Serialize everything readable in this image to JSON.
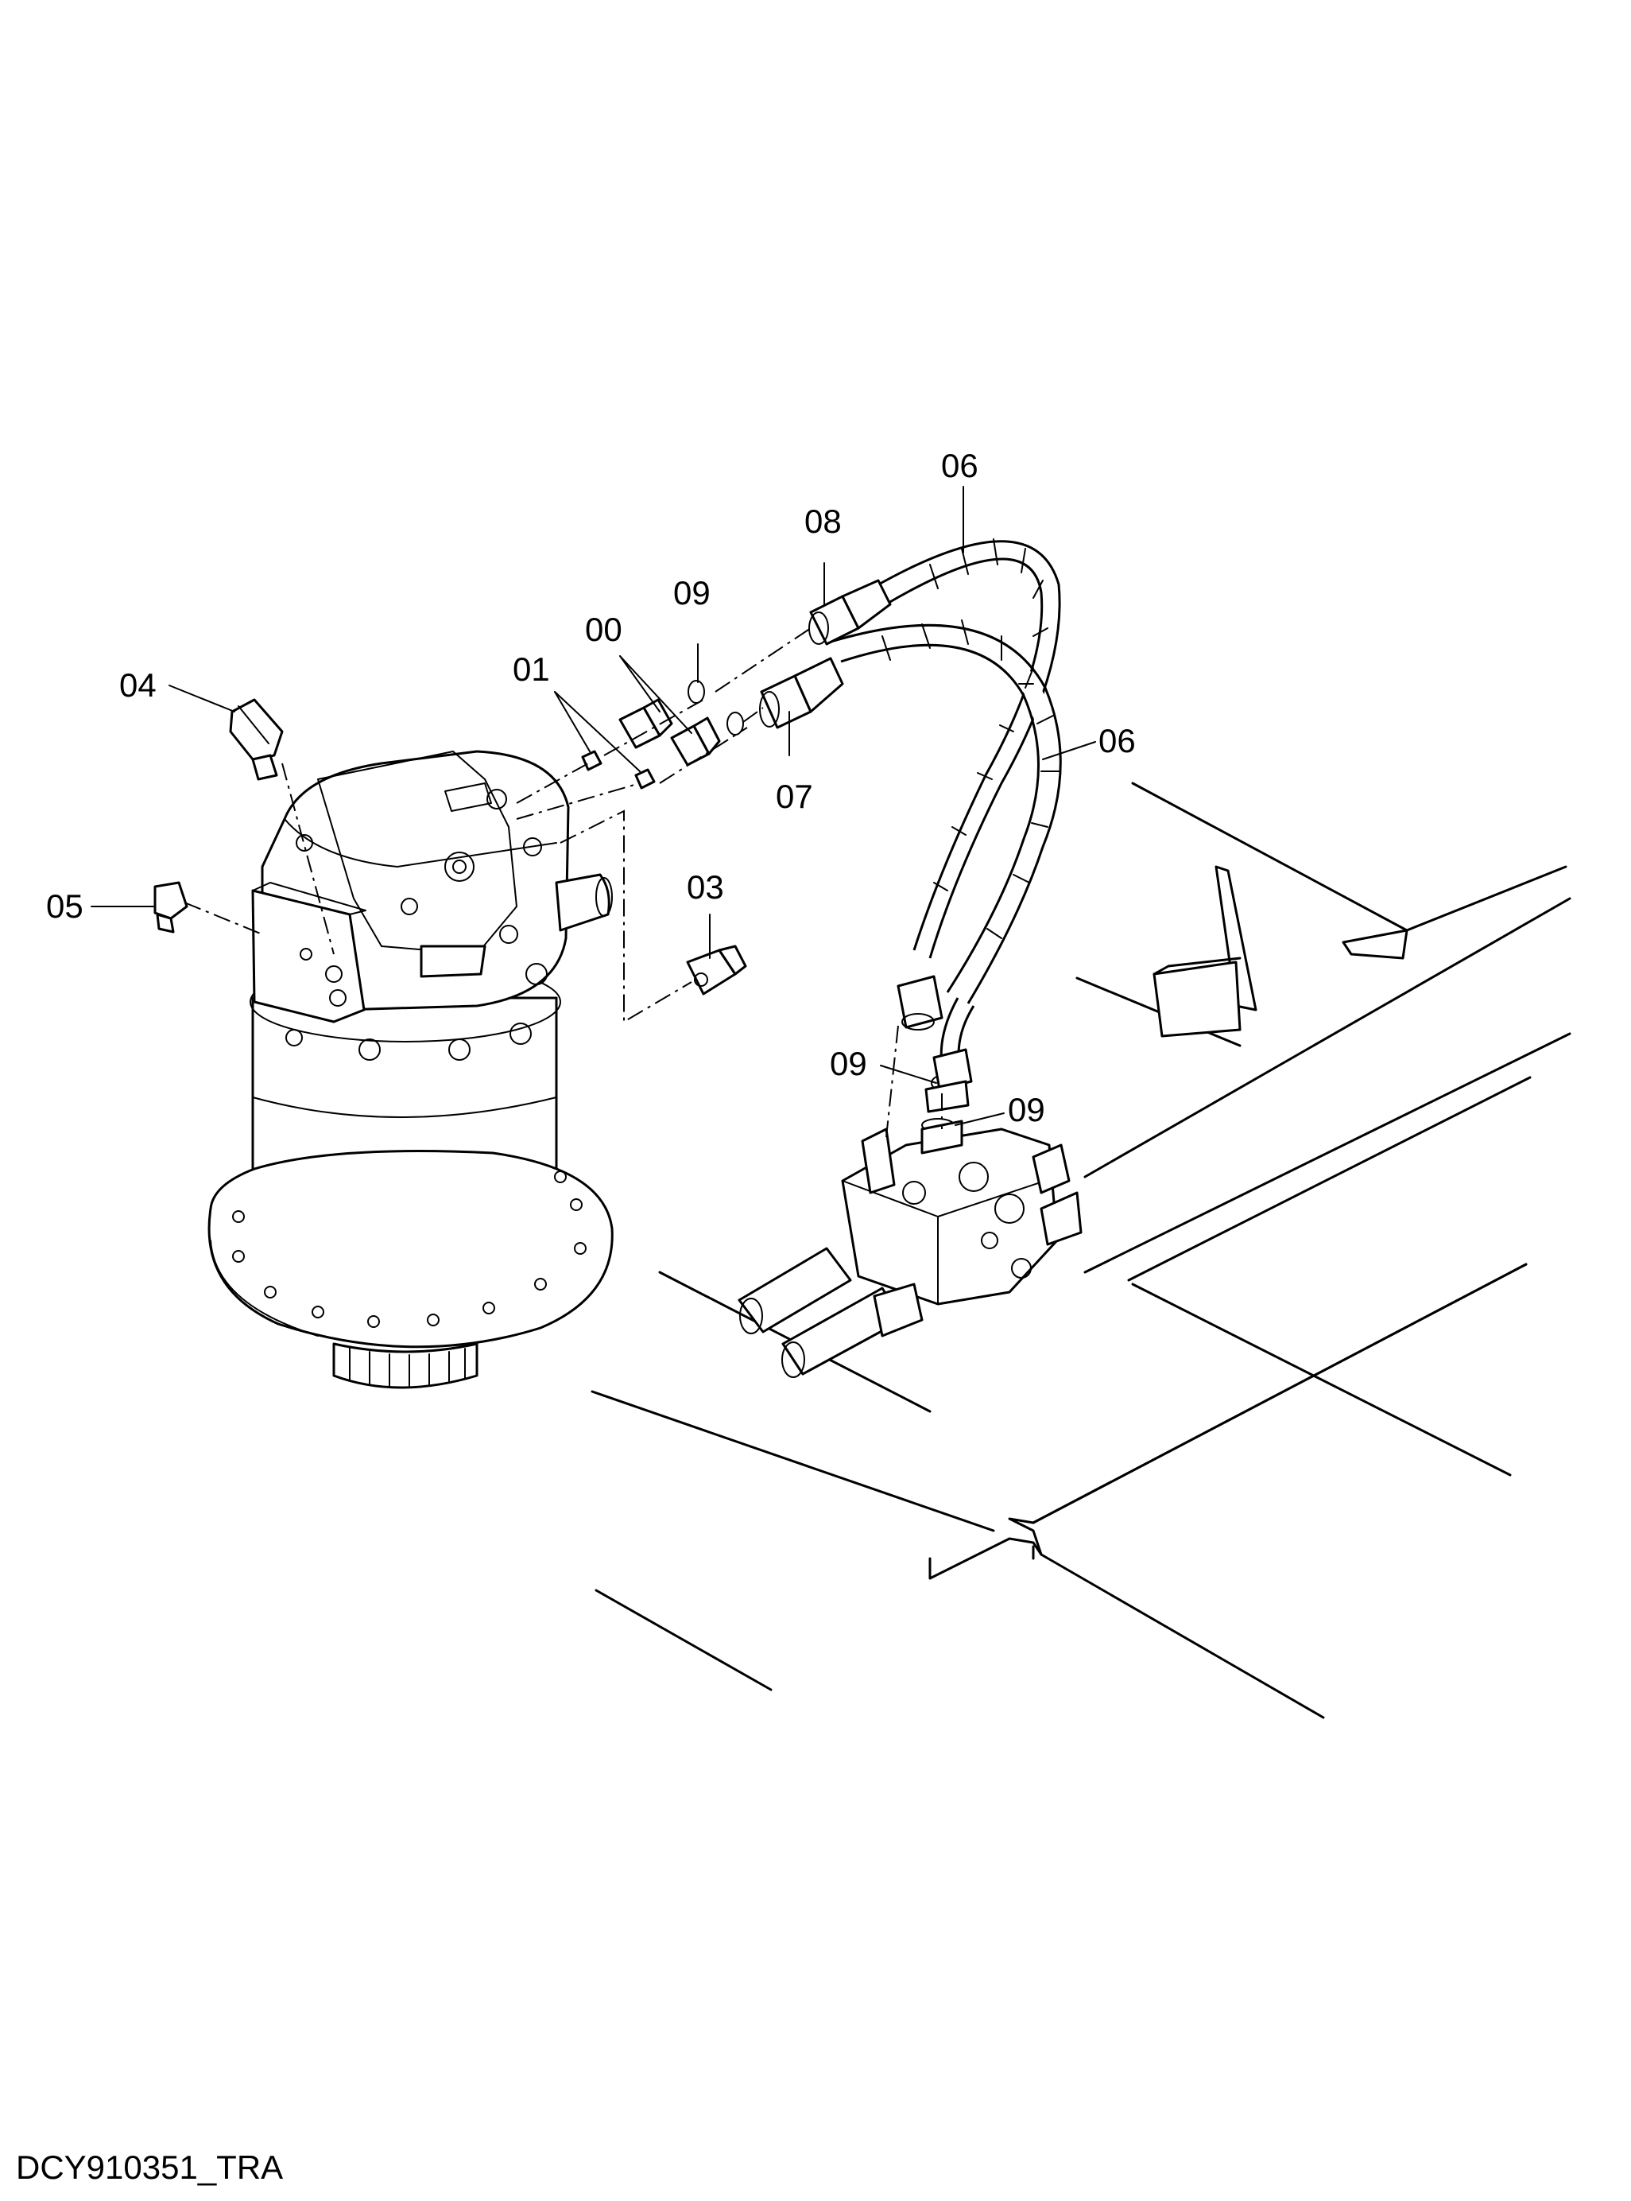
{
  "drawing_id": "DCY910351_TRA",
  "callouts": {
    "c00": "00",
    "c01": "01",
    "c03": "03",
    "c04": "04",
    "c05": "05",
    "c06a": "06",
    "c06b": "06",
    "c07": "07",
    "c08": "08",
    "c09a": "09",
    "c09b": "09",
    "c09c": "09"
  }
}
